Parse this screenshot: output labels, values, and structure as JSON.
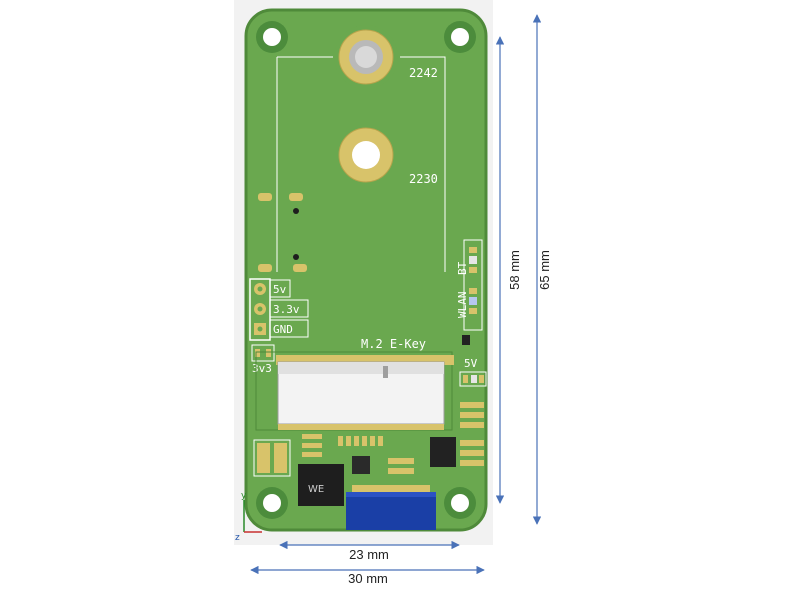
{
  "board": {
    "labels": {
      "len_2242": "2242",
      "len_2230": "2230",
      "power_5v": "5v",
      "power_33v": "3.3v",
      "power_gnd": "GND",
      "connector": "M.2 E-Key",
      "reg_3v3": "3v3",
      "led_5v": "5V",
      "led_wlan": "WLAN",
      "led_bt": "BT"
    },
    "colors": {
      "pcb": "#6aa84f",
      "pcb_edge": "#4f8a3a",
      "gold": "#d8c36a",
      "connector_blue": "#1a3fa6"
    }
  },
  "dimensions": {
    "width_inner": "23 mm",
    "width_outer": "30 mm",
    "height_inner": "58 mm",
    "height_outer": "65 mm"
  },
  "axis": {
    "y": "y",
    "z": "z"
  }
}
